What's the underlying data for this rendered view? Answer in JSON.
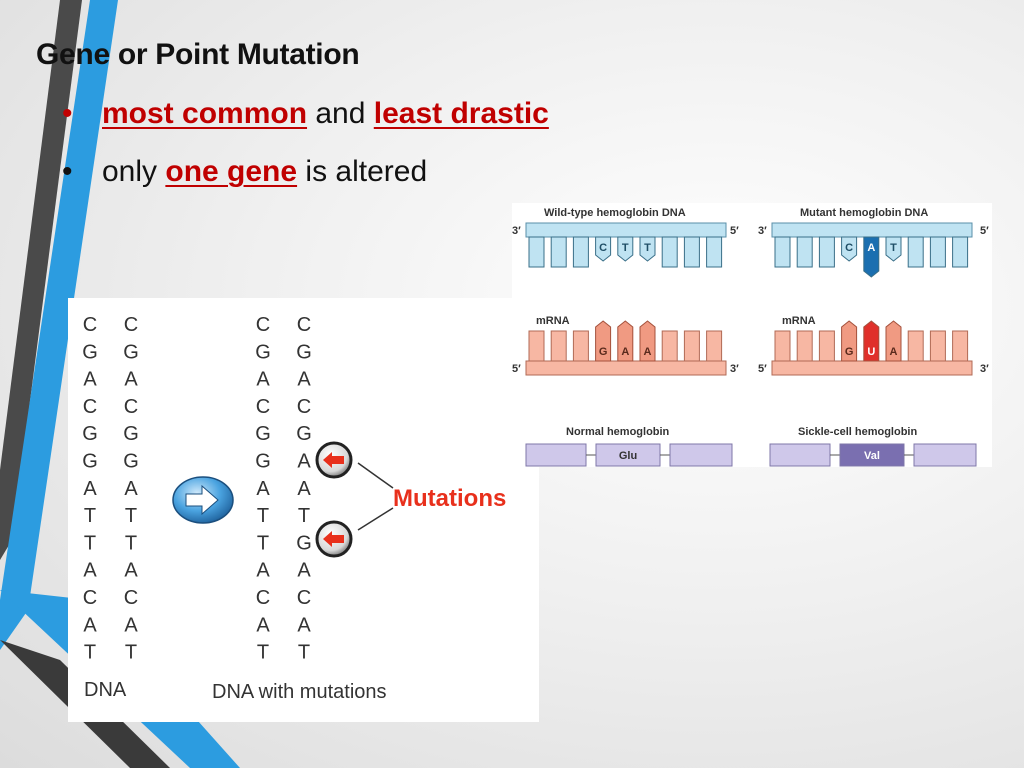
{
  "slide": {
    "title": "Gene or Point Mutation",
    "bullets": [
      {
        "emphasis1": "most common",
        "mid": " and ",
        "emphasis2": "least drastic"
      },
      {
        "pre": "only ",
        "emphasis": "one gene",
        "post": " is altered"
      }
    ]
  },
  "dna_figure": {
    "column_left_1": [
      "C",
      "G",
      "A",
      "C",
      "G",
      "G",
      "A",
      "T",
      "T",
      "A",
      "C",
      "A",
      "T"
    ],
    "column_left_2": [
      "C",
      "G",
      "A",
      "C",
      "G",
      "G",
      "A",
      "T",
      "T",
      "A",
      "C",
      "A",
      "T"
    ],
    "column_right_1": [
      "C",
      "G",
      "A",
      "C",
      "G",
      "G",
      "A",
      "T",
      "T",
      "A",
      "C",
      "A",
      "T"
    ],
    "column_right_2": [
      "C",
      "G",
      "A",
      "C",
      "G",
      "A",
      "A",
      "T",
      "G",
      "A",
      "C",
      "A",
      "T"
    ],
    "mutated_rows": [
      5,
      8
    ],
    "label_left": "DNA",
    "label_right": "DNA with mutations",
    "mutations_label": "Mutations",
    "colors": {
      "mutation": "#e8301c",
      "text": "#333333",
      "arrow_blue": "#3d8fd6"
    }
  },
  "hemoglobin_figure": {
    "wild_title": "Wild-type hemoglobin DNA",
    "mutant_title": "Mutant hemoglobin DNA",
    "wild_dna_bases": [
      "C",
      "T",
      "T"
    ],
    "mutant_dna_bases": [
      "C",
      "A",
      "T"
    ],
    "mrna_label": "mRNA",
    "wild_mrna_bases": [
      "G",
      "A",
      "A"
    ],
    "mutant_mrna_bases": [
      "G",
      "U",
      "A"
    ],
    "normal_title": "Normal hemoglobin",
    "sickle_title": "Sickle-cell hemoglobin",
    "normal_aa": "Glu",
    "sickle_aa": "Val",
    "three_prime": "3′",
    "five_prime": "5′",
    "colors": {
      "dna": "#bfe3f2",
      "dna_mut": "#1b6fb0",
      "mrna": "#f7b7a3",
      "mrna_mut": "#e0302a",
      "protein": "#cfc8ea",
      "protein_mut": "#7a6fb0"
    }
  }
}
